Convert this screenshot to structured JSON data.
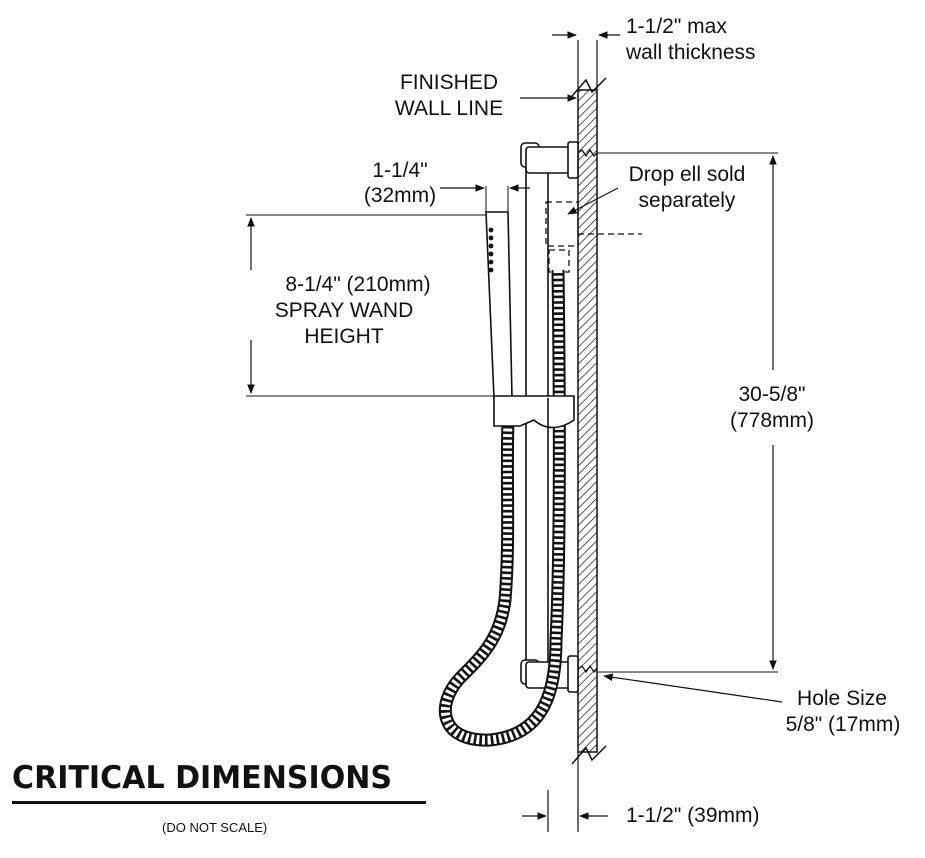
{
  "labels": {
    "wall_thickness_line1": "1-1/2\" max",
    "wall_thickness_line2": "wall thickness",
    "finished_wall_line1": "FINISHED",
    "finished_wall_line2": "WALL LINE",
    "wand_width_line1": "1-1/4\"",
    "wand_width_line2": "(32mm)",
    "drop_ell_line1": "Drop ell sold",
    "drop_ell_line2": "separately",
    "wand_height_line1": "8-1/4\" (210mm)",
    "wand_height_line2": "SPRAY WAND",
    "wand_height_line3": "HEIGHT",
    "bar_length_line1": "30-5/8\"",
    "bar_length_line2": "(778mm)",
    "hole_size_line1": "Hole Size",
    "hole_size_line2": "5/8\" (17mm)",
    "offset_dimension": "1-1/2\" (39mm)"
  },
  "title": "CRITICAL DIMENSIONS",
  "note": "(DO NOT SCALE)",
  "colors": {
    "ink": "#111111",
    "background": "#ffffff"
  }
}
